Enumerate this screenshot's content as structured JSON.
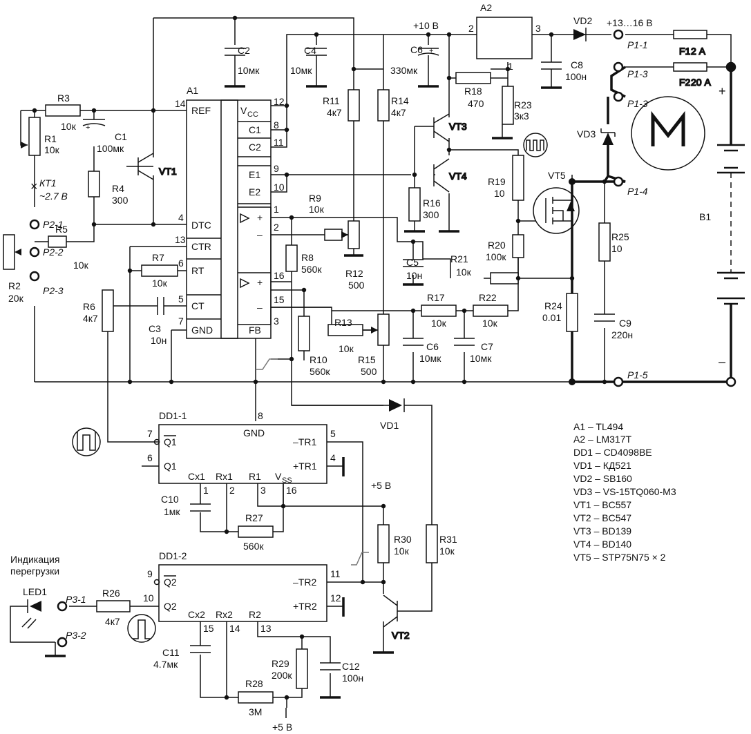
{
  "ics": {
    "a1": {
      "ref": "A1",
      "pins": [
        "REF",
        "V",
        "CC",
        "C1",
        "C2",
        "E1",
        "E2",
        "+",
        "–",
        "+",
        "–",
        "DTC",
        "CTR",
        "RT",
        "CT",
        "GND",
        "FB"
      ],
      "pin_numbers": [
        "14",
        "12",
        "8",
        "11",
        "9",
        "10",
        "1",
        "2",
        "16",
        "15",
        "4",
        "13",
        "6",
        "5",
        "7",
        "3"
      ]
    },
    "a2": {
      "ref": "A2",
      "pin_in": "2",
      "pin_out": "3",
      "pin_adj": "1"
    },
    "dd1_1": {
      "ref": "DD1-1",
      "gnd": "GND",
      "q1b": "Q1",
      "q1": "Q1",
      "tr_minus": "–TR1",
      "tr_plus": "+TR1",
      "cx": "Cx1",
      "rx": "Rx1",
      "r": "R1",
      "vss": "V",
      "vss_sub": "SS",
      "pins": [
        "8",
        "7",
        "6",
        "5",
        "4",
        "1",
        "2",
        "3",
        "16"
      ]
    },
    "dd1_2": {
      "ref": "DD1-2",
      "q2b": "Q2",
      "q2": "Q2",
      "tr_minus": "–TR2",
      "tr_plus": "+TR2",
      "cx": "Cx2",
      "rx": "Rx2",
      "r": "R2",
      "pins": [
        "9",
        "10",
        "11",
        "12",
        "15",
        "14",
        "13"
      ]
    }
  },
  "components": {
    "r1": [
      "R1",
      "10к"
    ],
    "r2": [
      "R2",
      "20к"
    ],
    "r3": [
      "R3",
      "10к"
    ],
    "r4": [
      "R4",
      "300"
    ],
    "r5": [
      "R5",
      "10к"
    ],
    "r6": [
      "R6",
      "4к7"
    ],
    "r7": [
      "R7",
      "10к"
    ],
    "r8": [
      "R8",
      "560к"
    ],
    "r9": [
      "R9",
      "10к"
    ],
    "r10": [
      "R10",
      "560к"
    ],
    "r11": [
      "R11",
      "4к7"
    ],
    "r12": [
      "R12",
      "500"
    ],
    "r13": [
      "R13",
      "10к"
    ],
    "r14": [
      "R14",
      "4к7"
    ],
    "r15": [
      "R15",
      "500"
    ],
    "r16": [
      "R16",
      "300"
    ],
    "r17": [
      "R17",
      "10к"
    ],
    "r18": [
      "R18",
      "470"
    ],
    "r19": [
      "R19",
      "10"
    ],
    "r20": [
      "R20",
      "100к"
    ],
    "r21": [
      "R21",
      "10к"
    ],
    "r22": [
      "R22",
      "10к"
    ],
    "r23": [
      "R23",
      "3к3"
    ],
    "r24": [
      "R24",
      "0.01"
    ],
    "r25": [
      "R25",
      "10"
    ],
    "r26": [
      "R26",
      "4к7"
    ],
    "r27": [
      "R27",
      "560к"
    ],
    "r28": [
      "R28",
      "3М"
    ],
    "r29": [
      "R29",
      "200к"
    ],
    "r30": [
      "R30",
      "10к"
    ],
    "r31": [
      "R31",
      "10к"
    ],
    "c1": [
      "C1",
      "100мк"
    ],
    "c2": [
      "C2",
      "10мк"
    ],
    "c3": [
      "C3",
      "10н"
    ],
    "c4": [
      "C4",
      "10мк"
    ],
    "c5": [
      "C5",
      "10н"
    ],
    "c6a": [
      "C6",
      "330мк"
    ],
    "c6b": [
      "C6",
      "10мк"
    ],
    "c7": [
      "C7",
      "10мк"
    ],
    "c8": [
      "C8",
      "100н"
    ],
    "c9": [
      "C9",
      "220н"
    ],
    "c10": [
      "C10",
      "1мк"
    ],
    "c11": [
      "C11",
      "4.7мк"
    ],
    "c12": [
      "C12",
      "100н"
    ],
    "vt1": "VT1",
    "vt2": "VT2",
    "vt3": "VT3",
    "vt4": "VT4",
    "vt5": "VT5",
    "vd1": "VD1",
    "vd2": "VD2",
    "vd3": "VD3",
    "led1": "LED1",
    "f1": [
      "F1",
      "2 А"
    ],
    "f2": [
      "F2",
      "20 А"
    ],
    "b1": "B1"
  },
  "nets": {
    "v10": "+10 В",
    "v13": "+13…16 В",
    "v5a": "+5 В",
    "v5b": "+5 В",
    "kt1": [
      "КТ1",
      "~2.7 В"
    ],
    "plus": "+",
    "minus": "–"
  },
  "connectors": {
    "p1_1": "P1-1",
    "p1_3a": "P1-3",
    "p1_3b": "P1-3",
    "p1_4": "P1-4",
    "p1_5": "P1-5",
    "p2_1": "P2-1",
    "p2_2": "P2-2",
    "p2_3": "P2-3",
    "p3_1": "P3-1",
    "p3_2": "P3-2"
  },
  "overload_label": [
    "Индикация",
    "перегрузки"
  ],
  "parts_list": [
    "A1 – TL494",
    "A2 – LM317T",
    "DD1 – CD4098BE",
    "VD1 – КД521",
    "VD2 – SB160",
    "VD3 – VS-15TQ060-M3",
    "VT1 – BC557",
    "VT2 – BC547",
    "VT3 – BD139",
    "VT4 – BD140",
    "VT5 – STP75N75 × 2"
  ]
}
